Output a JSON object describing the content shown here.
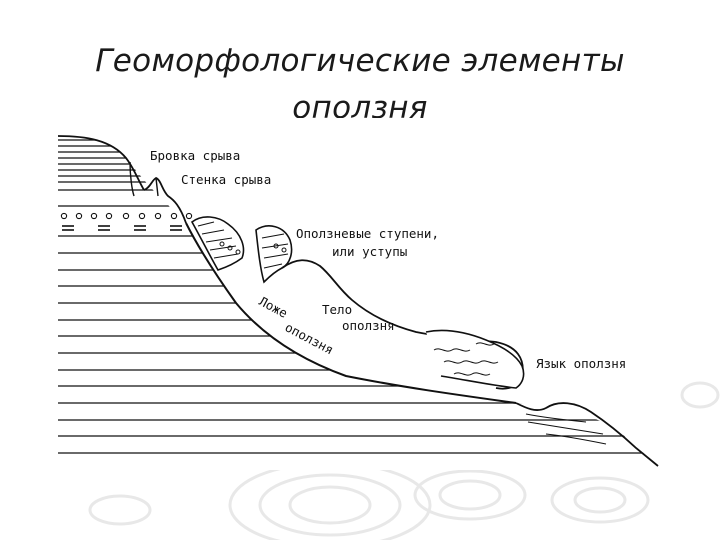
{
  "slide": {
    "title_line1": "Геоморфологические элементы",
    "title_line2": "оползня"
  },
  "diagram": {
    "labels": {
      "brovka": "Бровка срыва",
      "stenka": "Стенка срыва",
      "stupeni_1": "Оползневые ступени,",
      "stupeni_2": "или уступы",
      "telo_1": "Тело",
      "telo_2": "оползня",
      "lozhe_1": "Ложе",
      "lozhe_2": "оползня",
      "yazyk": "Язык оползня"
    }
  },
  "colors": {
    "ink": "#111111",
    "background": "#ffffff",
    "decoration": "#e6e6e6"
  }
}
